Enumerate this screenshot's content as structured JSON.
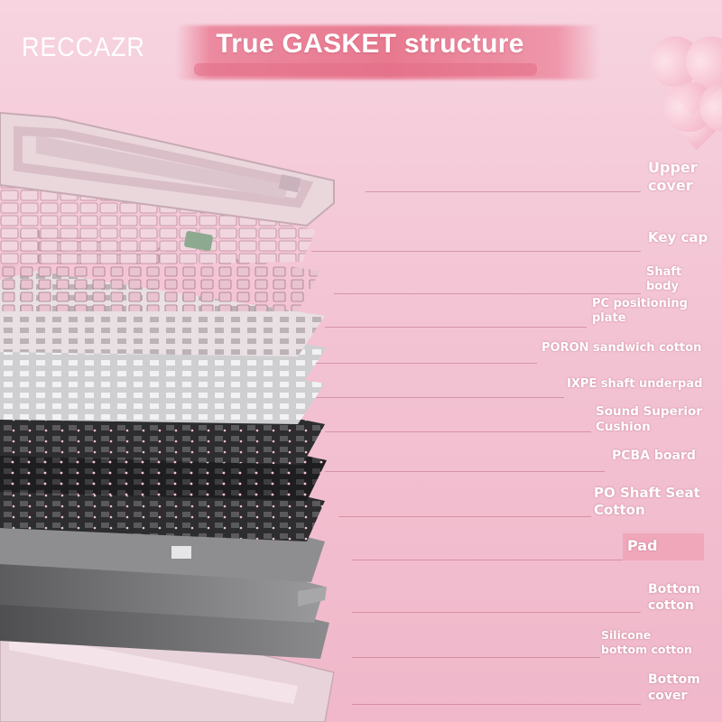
{
  "brand": {
    "logo_text": "RECCAZR"
  },
  "title": "True GASKET structure",
  "layers": [
    {
      "id": "upper-cover",
      "label": "Upper\ncover"
    },
    {
      "id": "key-cap",
      "label": "Key cap"
    },
    {
      "id": "shaft-body",
      "label": "Shaft\nbody"
    },
    {
      "id": "pc-plate",
      "label": "PC positioning\nplate"
    },
    {
      "id": "poron",
      "label": "PORON sandwich cotton"
    },
    {
      "id": "ixpe",
      "label": "IXPE shaft underpad"
    },
    {
      "id": "sound-cushion",
      "label": "Sound Superior\nCushion"
    },
    {
      "id": "pcba",
      "label": "PCBA board"
    },
    {
      "id": "po-shaft-seat",
      "label": "PO Shaft Seat\nCotton"
    },
    {
      "id": "pad",
      "label": "Pad"
    },
    {
      "id": "bottom-cotton",
      "label": "Bottom\ncotton"
    },
    {
      "id": "silicone",
      "label": "Silicone\nbottom cotton"
    },
    {
      "id": "bottom-cover",
      "label": "Bottom\ncover"
    }
  ],
  "colors": {
    "background": "#f3c3d3",
    "brush": "#e8798f",
    "label_text": "#ffffff",
    "frame_pink": "#ead7dc",
    "dark_layer": "#2a2a2a",
    "grey_layer": "#8c8c8c"
  }
}
